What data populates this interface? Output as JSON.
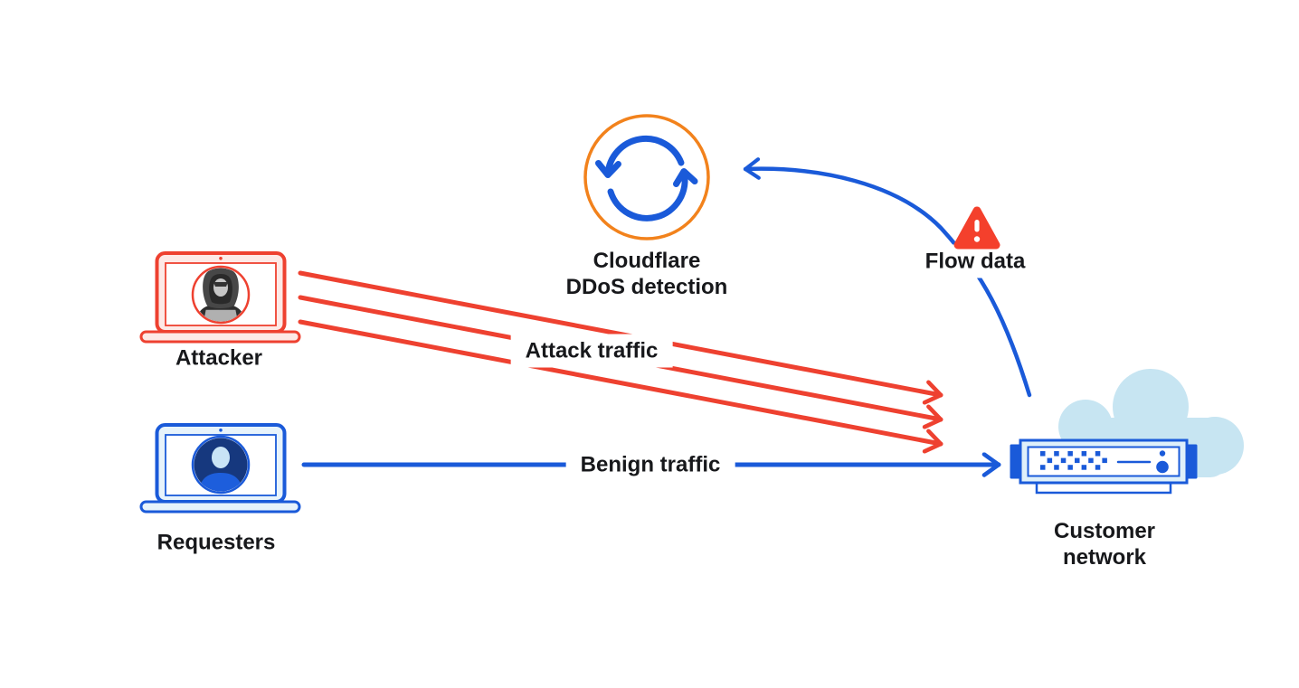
{
  "colors": {
    "blue": "#1A5AD9",
    "red": "#EE4130",
    "orange": "#F2821C",
    "alert": "#F4402C",
    "cloud": "#C7E5F2",
    "text": "#17181B",
    "pink": "#FDE9E6",
    "lblue": "#E7F3FB",
    "navy": "#16387E",
    "shirt": "#1D5EDC",
    "face": "#C9E4F6",
    "serverfill": "#DFF0FA"
  },
  "nodes": {
    "attacker": {
      "label": "Attacker"
    },
    "requesters": {
      "label": "Requesters"
    },
    "cloudflare": {
      "label_line1": "Cloudflare",
      "label_line2": "DDoS detection"
    },
    "flow_data": {
      "label": "Flow data"
    },
    "customer_network": {
      "label_line1": "Customer",
      "label_line2": "network"
    }
  },
  "edges": {
    "attack_traffic": {
      "label": "Attack traffic"
    },
    "benign_traffic": {
      "label": "Benign traffic"
    }
  }
}
